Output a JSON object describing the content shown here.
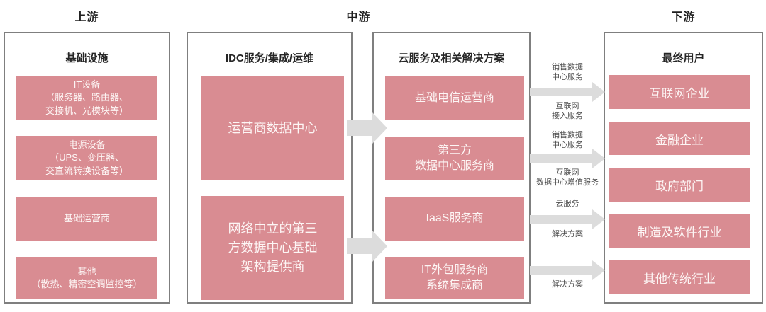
{
  "colors": {
    "box_pink": "#d98c92",
    "box_text": "#fdf6f5",
    "container_border": "#7f7f7f",
    "arrow_gray": "#dcdcdc",
    "label_text": "#4d4d4d",
    "heading_text": "#1f1f1f"
  },
  "headers": {
    "upstream": "上游",
    "midstream": "中游",
    "downstream": "下游"
  },
  "columns": [
    {
      "title": "基础设施",
      "boxes": [
        {
          "label": "IT设备\n（服务器、路由器、\n交接机、光模块等）"
        },
        {
          "label": "电源设备\n（UPS、变压器、\n交直流转换设备等）"
        },
        {
          "label": "基础运营商"
        },
        {
          "label": "其他\n（散热、精密空调监控等）"
        }
      ]
    },
    {
      "title": "IDC服务/集成/运维",
      "boxes": [
        {
          "label": "运营商数据中心"
        },
        {
          "label": "网络中立的第三\n方数据中心基础\n架构提供商"
        }
      ]
    },
    {
      "title": "云服务及相关解决方案",
      "boxes": [
        {
          "label": "基础电信运营商"
        },
        {
          "label": "第三方\n数据中心服务商"
        },
        {
          "label": "IaaS服务商"
        },
        {
          "label": "IT外包服务商\n系统集成商"
        }
      ]
    },
    {
      "title": "最终用户",
      "boxes": [
        {
          "label": "互联网企业"
        },
        {
          "label": "金融企业"
        },
        {
          "label": "政府部门"
        },
        {
          "label": "制造及软件行业"
        },
        {
          "label": "其他传统行业"
        }
      ]
    }
  ],
  "flow_labels": [
    {
      "above": "销售数据\n中心服务",
      "below": "互联网\n接入服务"
    },
    {
      "above": "销售数据\n中心服务",
      "below": "互联网\n数据中心增值服务"
    },
    {
      "above": "云服务",
      "below": "解决方案"
    },
    {
      "above": "",
      "below": "解决方案"
    }
  ]
}
